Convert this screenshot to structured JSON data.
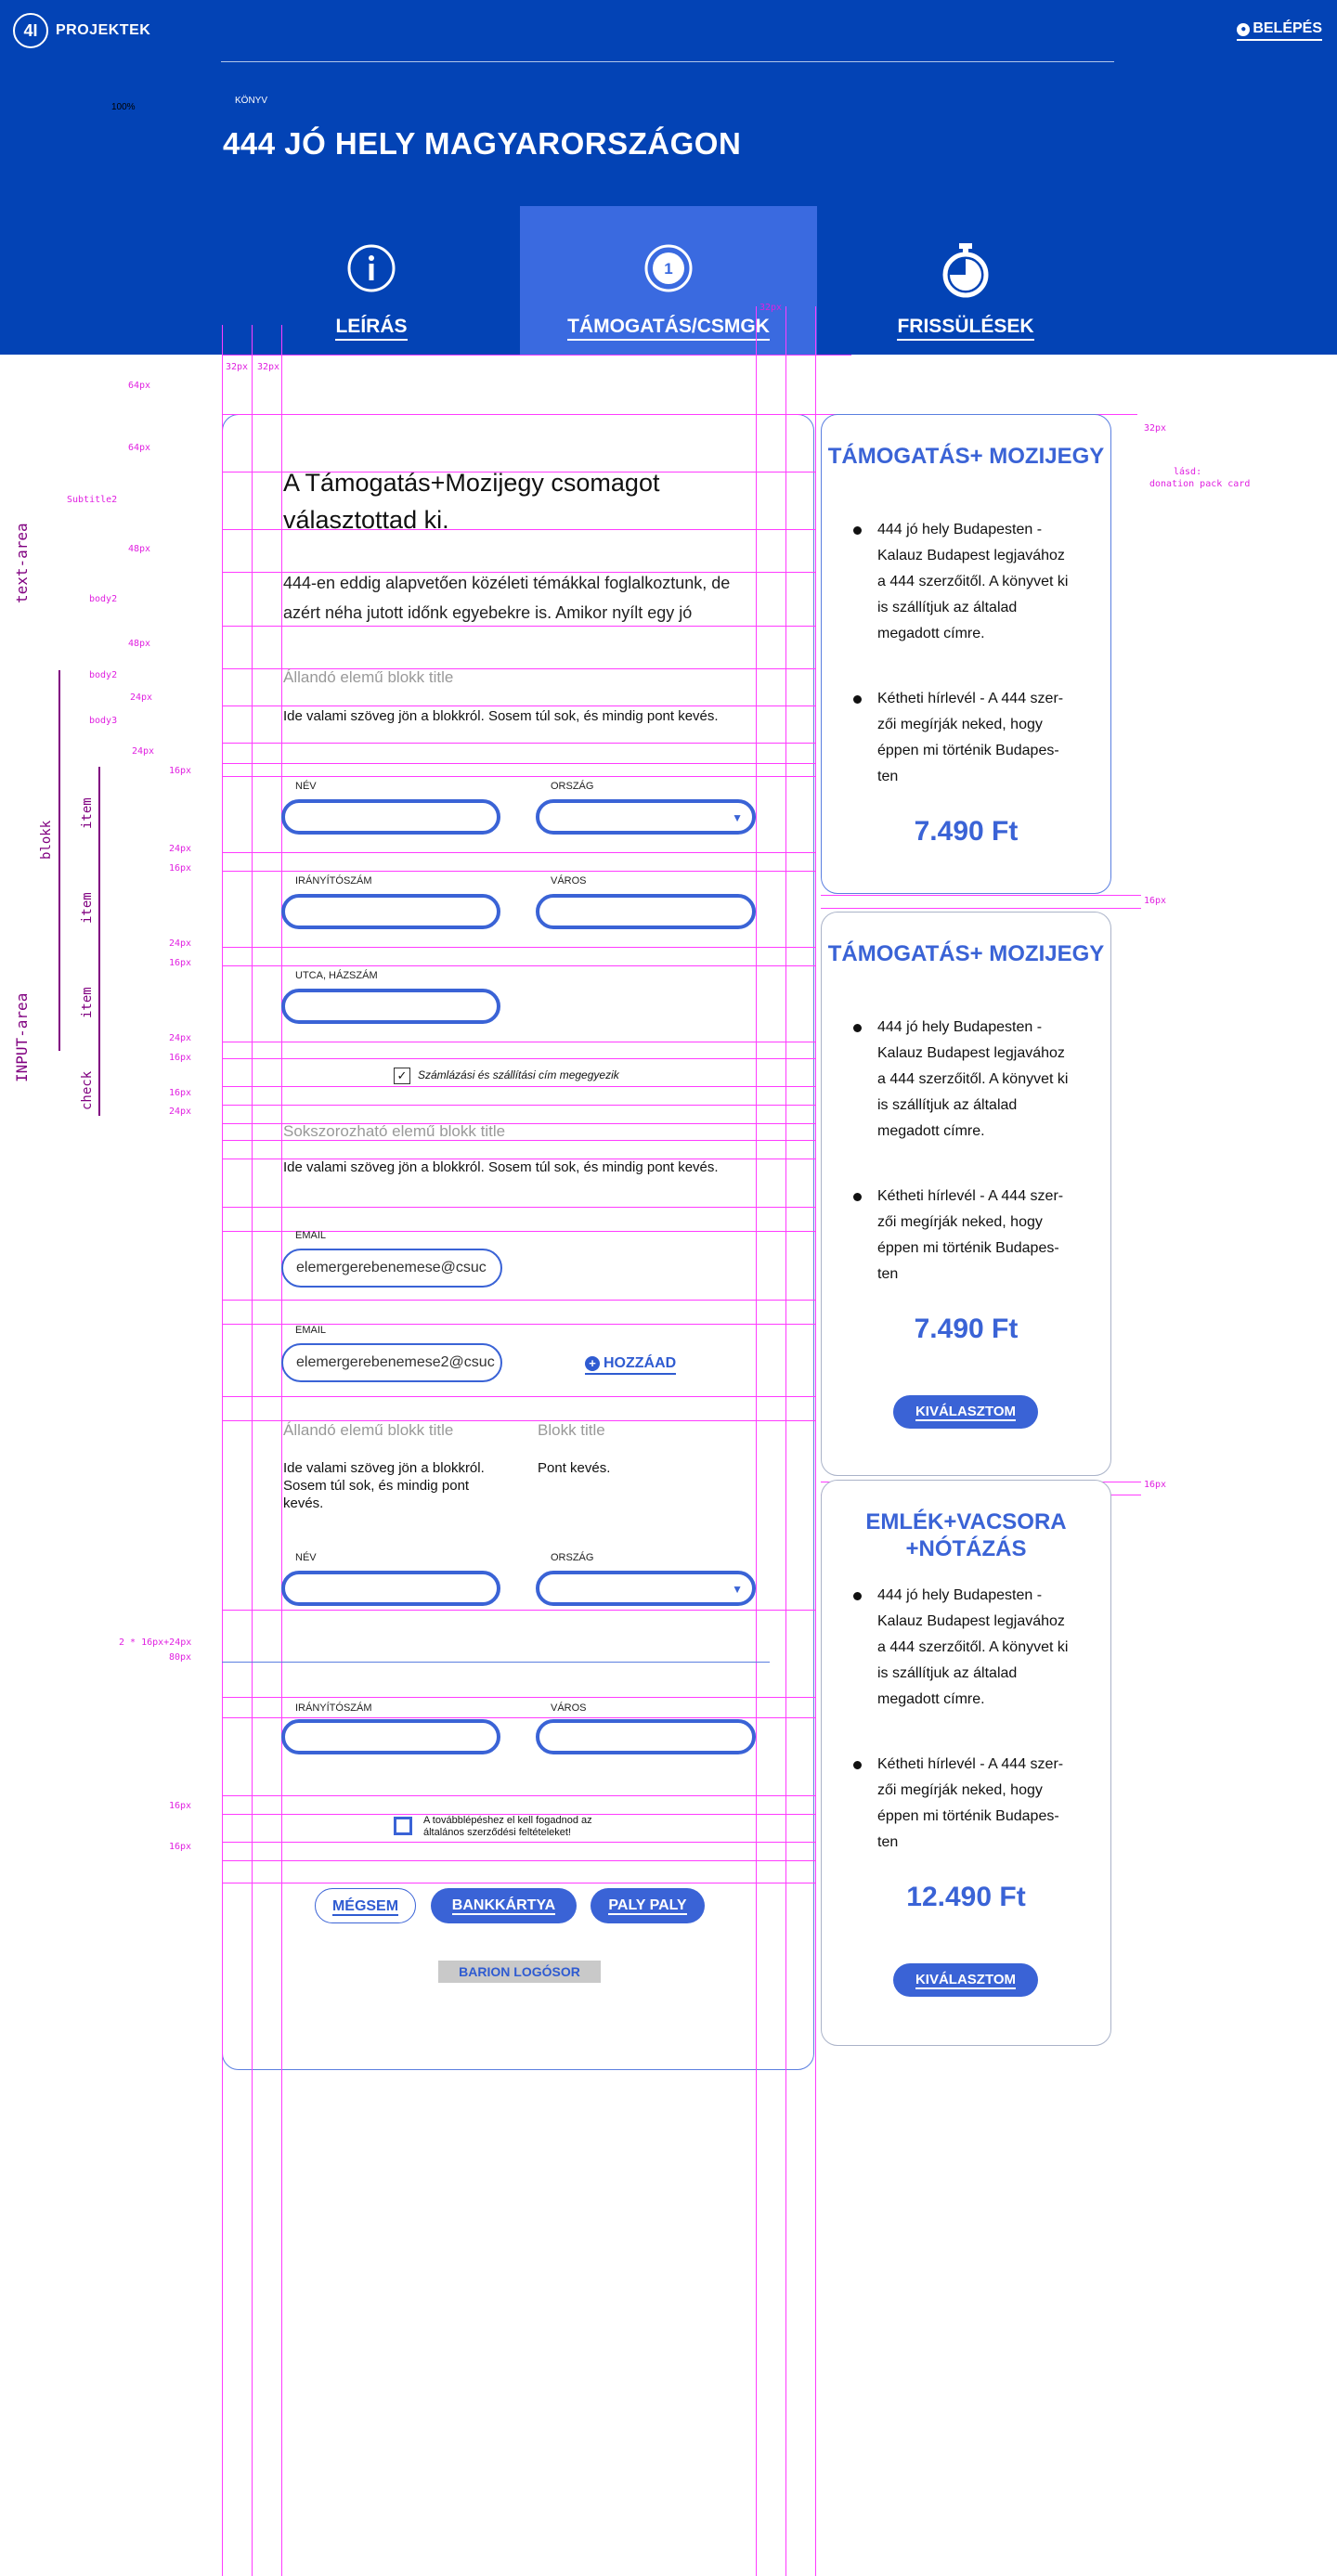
{
  "header": {
    "logo_text": "4I",
    "brand": "PROJEKTEK",
    "login_icon": "person-icon",
    "login": "BELÉPÉS",
    "kicker": "KÖNYV",
    "title": "444 JÓ HELY MAGYARORSZÁGON",
    "zoom": "100%"
  },
  "tabs": [
    {
      "label": "LEÍRÁS",
      "icon": "info-icon"
    },
    {
      "label": "TÁMOGATÁS/CSMGK",
      "icon": "step-1-icon",
      "step": "1"
    },
    {
      "label": "FRISSÜLÉSEK",
      "icon": "stopwatch-icon"
    }
  ],
  "annotations": {
    "px32a": "32px",
    "px32b": "32px",
    "px32c": "32px",
    "px64a": "64px",
    "px64b": "64px",
    "subtitle2": "Subtitle2",
    "px48a": "48px",
    "body2a": "body2",
    "px48b": "48px",
    "body2b": "body2",
    "px24a": "24px",
    "body3": "body3",
    "px24b": "24px",
    "px16a": "16px",
    "px24c": "24px",
    "px16b": "16px",
    "px24d": "24px",
    "px16c": "16px",
    "px24e": "24px",
    "px16d": "16px",
    "px16e": "16px",
    "px24f": "24px",
    "calc": "2 * 16px+24px",
    "px80": "80px",
    "px16f": "16px",
    "px16g": "16px",
    "right32": "32px",
    "right_note1": "lásd:",
    "right_note2": "donation pack card",
    "right16a": "16px",
    "right16b": "16px",
    "text_area": "text-area",
    "input_area": "INPUT-area",
    "blokk": "blokk",
    "item1": "item",
    "item2": "item",
    "item3": "item",
    "check": "check"
  },
  "form": {
    "heading": "A Támogatás+Mozijegy csomagot választottad ki.",
    "intro": "444-en eddig alapvetően közéleti témákkal foglalkoztunk, de azért néha jutott időnk egyebekre is. Amikor nyílt egy jó",
    "block1_title": "Állandó elemű blokk title",
    "block1_text": "Ide valami szöveg jön a blokkról. Sosem túl sok, és mindig pont kevés.",
    "name_label": "NÉV",
    "country_label": "ORSZÁG",
    "zip_label": "IRÁNYÍTÓSZÁM",
    "city_label": "VÁROS",
    "street_label": "UTCA, HÁZSZÁM",
    "same_address": "Számlázási és szállítási cím megegyezik",
    "block2_title": "Sokszorozható elemű blokk title",
    "block2_text": "Ide valami szöveg jön a blokkról. Sosem túl sok, és mindig pont kevés.",
    "email_label": "EMAIL",
    "email1": "elemergerebenemese@csuc",
    "email2_label": "EMAIL",
    "email2": "elemergerebenemese2@csuc",
    "add": "HOZZÁAD",
    "block3_title": "Állandó elemű blokk title",
    "block3_text": "Ide valami szöveg jön a blokkról. Sosem túl sok, és mindig pont kevés.",
    "block4_title": "Blokk title",
    "block4_text": "Pont kevés.",
    "name2_label": "NÉV",
    "country2_label": "ORSZÁG",
    "zip2_label": "IRÁNYÍTÓSZÁM",
    "city2_label": "VÁROS",
    "terms": "A továbblépéshez el kell fogadnod az általános szerződési feltételeket!",
    "cancel": "MÉGSEM",
    "card": "BANKKÁRTYA",
    "paypal": "PALY PALY",
    "barion": "BARION LOGÓSOR"
  },
  "packs": [
    {
      "title": "TÁMOGATÁS+ MOZIJEGY",
      "items": [
        "444 jó hely Budapesten - Kalauz Budapest legjavához a 444 szerzőitől. A könyvet ki is szállítjuk az általad megadott címre.",
        "Kétheti hírlevél - A 444 szer-zői megírják neked, hogy éppen mi történik Budapes-ten"
      ],
      "price": "7.490 Ft"
    },
    {
      "title": "TÁMOGATÁS+ MOZIJEGY",
      "items": [
        "444 jó hely Budapesten - Kalauz Budapest legjavához a 444 szerzőitől. A könyvet ki is szállítjuk az általad megadott címre.",
        "Kétheti hírlevél - A 444 szer-zői megírják neked, hogy éppen mi történik Budapes-ten"
      ],
      "price": "7.490 Ft",
      "button": "KIVÁLASZTOM"
    },
    {
      "title": "EMLÉK+VACSORA +NÓTÁZÁS",
      "items": [
        "444 jó hely Budapesten - Kalauz Budapest legjavához a 444 szerzőitől. A könyvet ki is szállítjuk az általad megadott címre.",
        "Kétheti hírlevél - A 444 szer-zői megírják neked, hogy éppen mi történik Budapes-ten"
      ],
      "price": "12.490 Ft",
      "button": "KIVÁLASZTOM"
    }
  ],
  "colors": {
    "hero": "#0343b5",
    "accent": "#3a63d6",
    "guide": "#ff3cff",
    "annotation": "#800080"
  }
}
